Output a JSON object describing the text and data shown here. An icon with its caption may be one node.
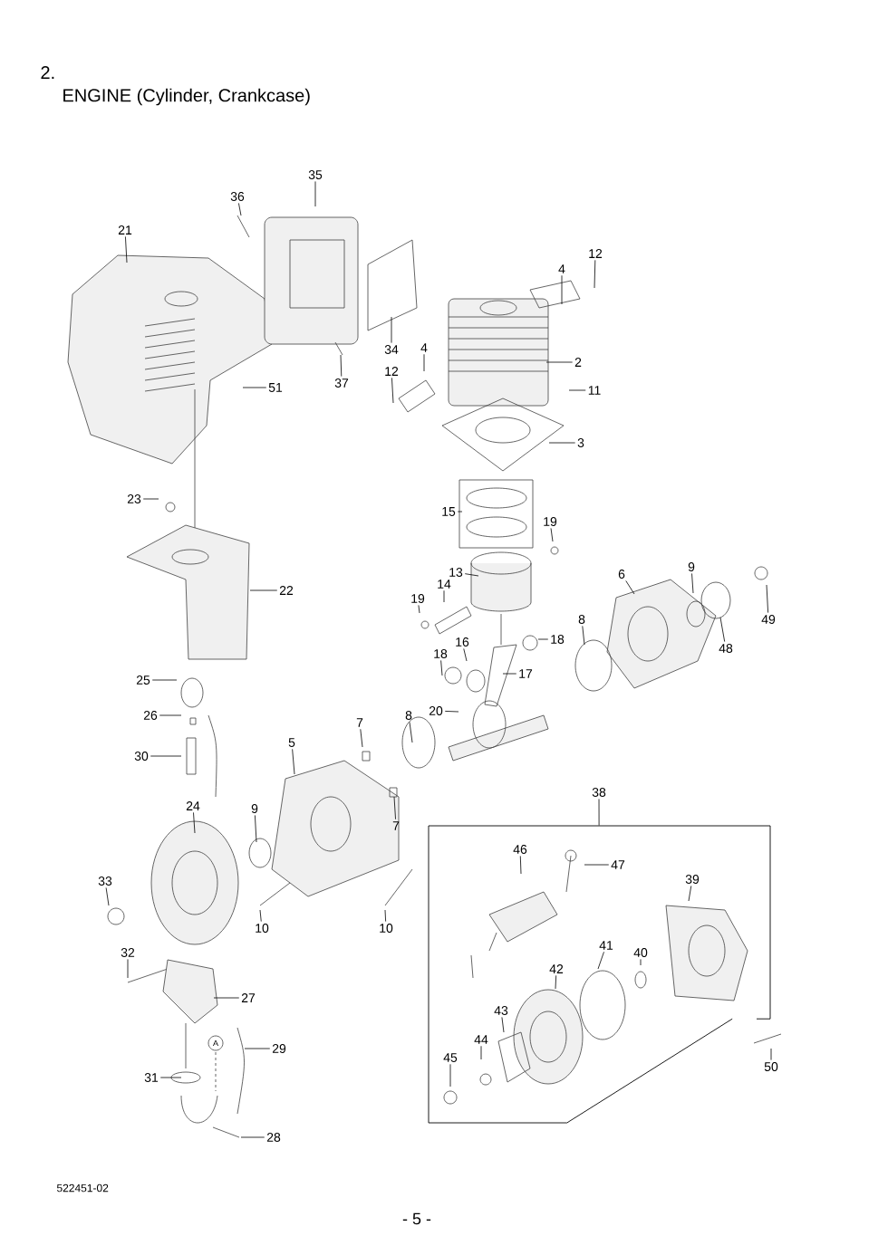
{
  "diagram": {
    "title": "ENGINE (Cylinder, Crankcase)",
    "nodes": [
      {
        "text": [
          "35"
        ]
      },
      {
        "text": [
          "36"
        ]
      },
      {
        "text": [
          "21"
        ]
      },
      {
        "text": [
          "12"
        ]
      },
      {
        "text": [
          "4"
        ]
      },
      {
        "text": [
          "34"
        ]
      },
      {
        "text": [
          "4"
        ]
      },
      {
        "text": [
          "2"
        ]
      },
      {
        "text": [
          "12"
        ]
      },
      {
        "text": [
          "37"
        ]
      },
      {
        "text": [
          "51"
        ]
      },
      {
        "text": [
          "11"
        ]
      },
      {
        "text": [
          "3"
        ]
      },
      {
        "text": [
          "23"
        ]
      },
      {
        "text": [
          "15"
        ]
      },
      {
        "text": [
          "19"
        ]
      },
      {
        "text": [
          "13"
        ]
      },
      {
        "text": [
          "6"
        ]
      },
      {
        "text": [
          "9"
        ]
      },
      {
        "text": [
          "49"
        ]
      },
      {
        "text": [
          "14"
        ]
      },
      {
        "text": [
          "22"
        ]
      },
      {
        "text": [
          "19"
        ]
      },
      {
        "text": [
          "8"
        ]
      },
      {
        "text": [
          "48"
        ]
      },
      {
        "text": [
          "16"
        ]
      },
      {
        "text": [
          "18"
        ]
      },
      {
        "text": [
          "18"
        ]
      },
      {
        "text": [
          "17"
        ]
      },
      {
        "text": [
          "25"
        ]
      },
      {
        "text": [
          "20"
        ]
      },
      {
        "text": [
          "26"
        ]
      },
      {
        "text": [
          "8"
        ]
      },
      {
        "text": [
          "7"
        ]
      },
      {
        "text": [
          "5"
        ]
      },
      {
        "text": [
          "30"
        ]
      },
      {
        "text": [
          "38"
        ]
      },
      {
        "text": [
          "24"
        ]
      },
      {
        "text": [
          "9"
        ]
      },
      {
        "text": [
          "7"
        ]
      },
      {
        "text": [
          "46"
        ],
        "in": 58
      },
      {
        "text": [
          "47"
        ],
        "in": 58
      },
      {
        "text": [
          "39"
        ],
        "in": 58
      },
      {
        "text": [
          "33"
        ]
      },
      {
        "text": [
          "10"
        ]
      },
      {
        "text": [
          "10"
        ]
      },
      {
        "text": [
          "41"
        ],
        "in": 58
      },
      {
        "text": [
          "40"
        ],
        "in": 58
      },
      {
        "text": [
          "32"
        ]
      },
      {
        "text": [
          "42"
        ],
        "in": 58
      },
      {
        "text": [
          "27"
        ]
      },
      {
        "text": [
          "43"
        ],
        "in": 58
      },
      {
        "text": [
          "44"
        ],
        "in": 58
      },
      {
        "text": [
          "29"
        ]
      },
      {
        "text": [
          "45"
        ],
        "in": 58
      },
      {
        "text": [
          "31"
        ]
      },
      {
        "text": [
          "50"
        ]
      },
      {
        "text": [
          "28"
        ]
      },
      {
        "text": [],
        "shape": "box"
      }
    ],
    "edges": [
      {
        "from": 0,
        "to": null,
        "arrow": "none"
      },
      {
        "from": 1,
        "to": null,
        "arrow": "none"
      },
      {
        "from": 2,
        "to": null,
        "arrow": "none"
      },
      {
        "from": 3,
        "to": null,
        "arrow": "none"
      },
      {
        "from": 4,
        "to": null,
        "arrow": "none"
      },
      {
        "from": 5,
        "to": null,
        "arrow": "none"
      },
      {
        "from": 6,
        "to": null,
        "arrow": "none"
      },
      {
        "from": 7,
        "to": null,
        "arrow": "none"
      },
      {
        "from": 8,
        "to": null,
        "arrow": "none"
      },
      {
        "from": 9,
        "to": null,
        "arrow": "none"
      },
      {
        "from": 10,
        "to": null,
        "arrow": "none"
      },
      {
        "from": 11,
        "to": null,
        "arrow": "none"
      },
      {
        "from": 12,
        "to": null,
        "arrow": "none"
      },
      {
        "from": 13,
        "to": null,
        "arrow": "none"
      },
      {
        "from": 14,
        "to": null,
        "arrow": "none"
      },
      {
        "from": 15,
        "to": null,
        "arrow": "none"
      },
      {
        "from": 16,
        "to": null,
        "arrow": "none"
      },
      {
        "from": 17,
        "to": null,
        "arrow": "none"
      },
      {
        "from": 18,
        "to": null,
        "arrow": "none"
      },
      {
        "from": 19,
        "to": null,
        "arrow": "none"
      },
      {
        "from": 20,
        "to": null,
        "arrow": "none"
      },
      {
        "from": 21,
        "to": null,
        "arrow": "none"
      },
      {
        "from": 22,
        "to": null,
        "arrow": "none"
      },
      {
        "from": 23,
        "to": null,
        "arrow": "none"
      },
      {
        "from": 24,
        "to": null,
        "arrow": "none"
      },
      {
        "from": 25,
        "to": null,
        "arrow": "none"
      },
      {
        "from": 26,
        "to": null,
        "arrow": "none"
      },
      {
        "from": 27,
        "to": null,
        "arrow": "none"
      },
      {
        "from": 28,
        "to": null,
        "arrow": "none"
      },
      {
        "from": 29,
        "to": null,
        "arrow": "none"
      },
      {
        "from": 30,
        "to": null,
        "arrow": "none"
      },
      {
        "from": 31,
        "to": null,
        "arrow": "none"
      },
      {
        "from": 32,
        "to": null,
        "arrow": "none"
      },
      {
        "from": 33,
        "to": null,
        "arrow": "none"
      },
      {
        "from": 34,
        "to": null,
        "arrow": "none"
      },
      {
        "from": 35,
        "to": null,
        "arrow": "none"
      },
      {
        "from": 36,
        "to": 58,
        "arrow": "none"
      },
      {
        "from": 37,
        "to": null,
        "arrow": "none"
      },
      {
        "from": 38,
        "to": null,
        "arrow": "none"
      },
      {
        "from": 39,
        "to": null,
        "arrow": "none"
      },
      {
        "from": 40,
        "to": null,
        "arrow": "none"
      },
      {
        "from": 41,
        "to": null,
        "arrow": "none"
      },
      {
        "from": 42,
        "to": null,
        "arrow": "none"
      },
      {
        "from": 43,
        "to": null,
        "arrow": "none"
      },
      {
        "from": 44,
        "to": null,
        "arrow": "none"
      },
      {
        "from": 45,
        "to": null,
        "arrow": "none"
      },
      {
        "from": 46,
        "to": null,
        "arrow": "none"
      },
      {
        "from": 47,
        "to": null,
        "arrow": "none"
      },
      {
        "from": 48,
        "to": null,
        "arrow": "none"
      },
      {
        "from": 49,
        "to": null,
        "arrow": "none"
      },
      {
        "from": 50,
        "to": null,
        "arrow": "none"
      },
      {
        "from": 51,
        "to": null,
        "arrow": "none"
      },
      {
        "from": 52,
        "to": null,
        "arrow": "none"
      },
      {
        "from": 53,
        "to": null,
        "arrow": "none"
      },
      {
        "from": 54,
        "to": null,
        "arrow": "none"
      },
      {
        "from": 55,
        "to": null,
        "arrow": "none"
      },
      {
        "from": 56,
        "to": null,
        "arrow": "none"
      },
      {
        "from": 57,
        "to": null,
        "arrow": "none"
      }
    ],
    "labels": [
      "2.",
      "A",
      "522451-02",
      "- 5 -"
    ]
  }
}
